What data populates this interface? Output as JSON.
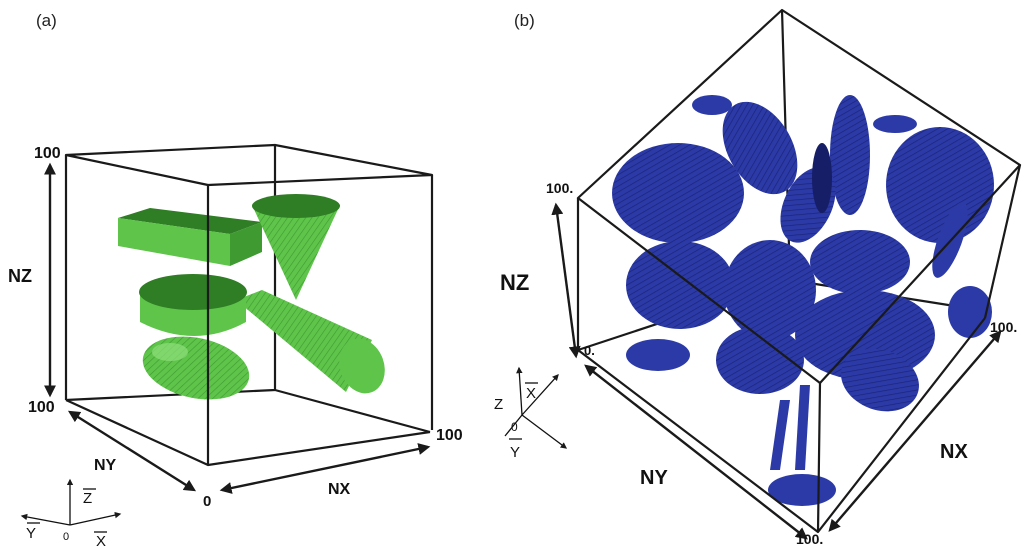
{
  "panel_a": {
    "label": "(a)",
    "axes": {
      "nz": "NZ",
      "ny": "NY",
      "nx": "NX"
    },
    "ticks": {
      "z_top": "100",
      "y_far": "100",
      "origin": "0",
      "x_far": "100"
    },
    "triad": {
      "z": "Z",
      "y": "Y",
      "x": "X",
      "origin": "0"
    },
    "colors": {
      "shape_fill": "#5ec44a",
      "shape_dark": "#2f7d24",
      "shape_light": "#8fe07a"
    },
    "shapes": [
      "slab",
      "cone",
      "short-cylinder",
      "long-cylinder",
      "ellipsoid"
    ]
  },
  "panel_b": {
    "label": "(b)",
    "axes": {
      "nz": "NZ",
      "ny": "NY",
      "nx": "NX"
    },
    "ticks": {
      "z_top": "100.",
      "z_origin": "0.",
      "x_far": "100.",
      "y_far": "100."
    },
    "triad": {
      "z": "Z",
      "y": "Y",
      "x": "X",
      "origin": "0"
    },
    "colors": {
      "shape_fill": "#2b3aa6",
      "shape_dark": "#151e66",
      "shape_light": "#4a5bd0"
    }
  }
}
